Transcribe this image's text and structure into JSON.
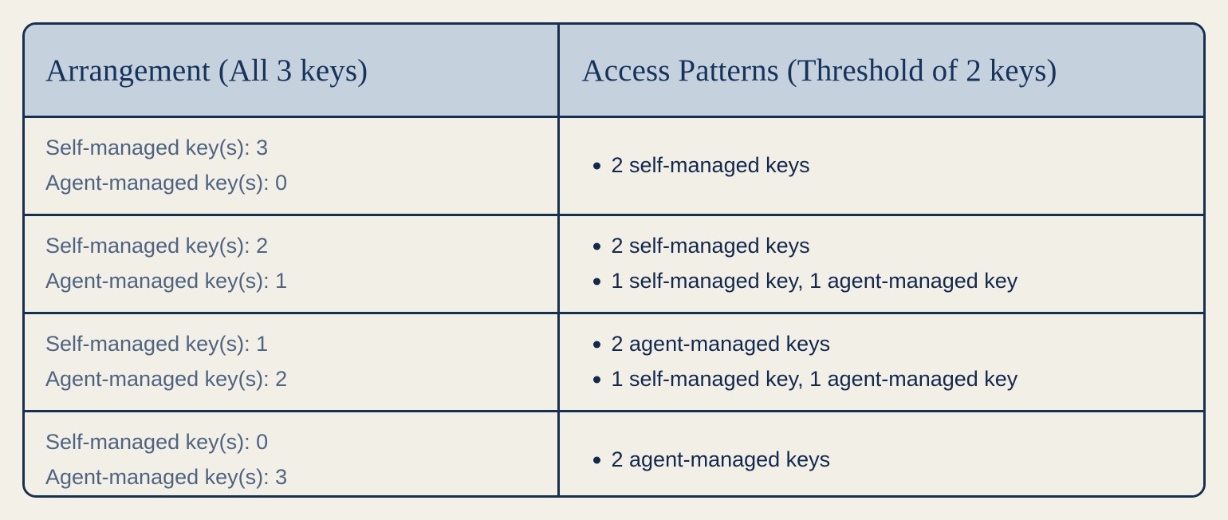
{
  "table": {
    "columns": [
      {
        "id": "arrangement",
        "header": "Arrangement (All 3 keys)"
      },
      {
        "id": "access",
        "header": "Access Patterns (Threshold of 2 keys)"
      }
    ],
    "rows": [
      {
        "arrangement": {
          "self_managed": "Self-managed key(s): 3",
          "agent_managed": "Agent-managed key(s): 0"
        },
        "access_patterns": [
          "2 self-managed keys"
        ]
      },
      {
        "arrangement": {
          "self_managed": "Self-managed key(s): 2",
          "agent_managed": "Agent-managed key(s): 1"
        },
        "access_patterns": [
          "2 self-managed keys",
          "1 self-managed key, 1 agent-managed key"
        ]
      },
      {
        "arrangement": {
          "self_managed": "Self-managed key(s): 1",
          "agent_managed": "Agent-managed key(s): 2"
        },
        "access_patterns": [
          "2 agent-managed keys",
          "1 self-managed key, 1 agent-managed key"
        ]
      },
      {
        "arrangement": {
          "self_managed": "Self-managed key(s): 0",
          "agent_managed": "Agent-managed key(s): 3"
        },
        "access_patterns": [
          "2 agent-managed keys"
        ]
      }
    ]
  },
  "colors": {
    "page_background": "#f3f0e8",
    "cell_background": "#f2efe7",
    "header_background": "#c5d2dd",
    "border": "#16304f",
    "header_text": "#16335c",
    "arrangement_text": "#4e6480",
    "access_text": "#12284c",
    "bullet": "#12284c"
  }
}
